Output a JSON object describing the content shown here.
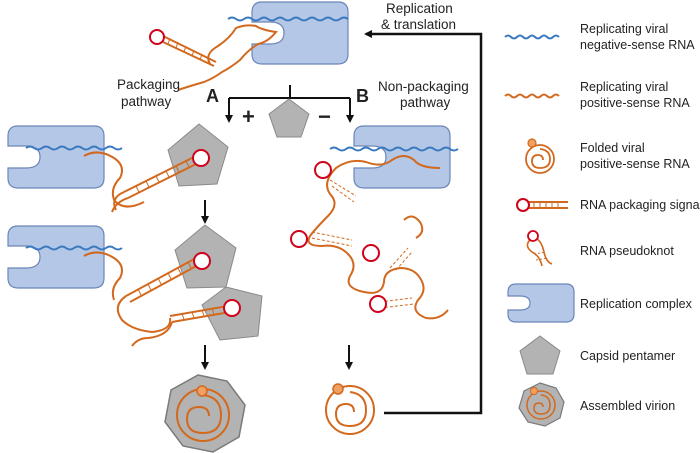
{
  "colors": {
    "negative_rna": "#3a78c0",
    "positive_rna": "#d2691e",
    "packaging_signal_loop": "#d0021b",
    "replication_complex_fill": "#b4c7e7",
    "replication_complex_stroke": "#6b86b8",
    "capsid_fill": "#b3b3b3",
    "capsid_stroke": "#8a8a8a",
    "arrow": "#111111"
  },
  "labels": {
    "replication_line1": "Replication",
    "replication_line2": "& translation",
    "packaging_line1": "Packaging",
    "packaging_line2": "pathway",
    "path_a": "A",
    "path_b": "B",
    "non_packaging_line1": "Non-packaging",
    "non_packaging_line2": "pathway",
    "plus_sign": "+",
    "minus_sign": "−"
  },
  "legend": [
    {
      "icon": "negative-rna-icon",
      "line1": "Replicating viral",
      "line2": "negative-sense RNA"
    },
    {
      "icon": "positive-rna-icon",
      "line1": "Replicating viral",
      "line2": "positive-sense RNA"
    },
    {
      "icon": "folded-rna-icon",
      "line1": "Folded viral",
      "line2": "positive-sense RNA"
    },
    {
      "icon": "packaging-signal-icon",
      "line1": "RNA packaging signal",
      "line2": ""
    },
    {
      "icon": "pseudoknot-icon",
      "line1": "RNA pseudoknot",
      "line2": ""
    },
    {
      "icon": "replication-complex-icon",
      "line1": "Replication complex",
      "line2": ""
    },
    {
      "icon": "capsid-pentamer-icon",
      "line1": "Capsid pentamer",
      "line2": ""
    },
    {
      "icon": "assembled-virion-icon",
      "line1": "Assembled virion",
      "line2": ""
    }
  ]
}
